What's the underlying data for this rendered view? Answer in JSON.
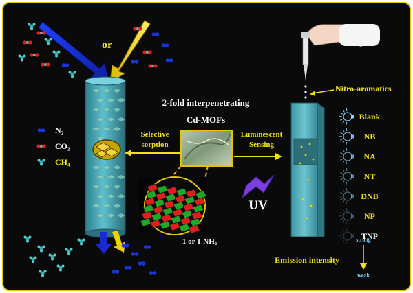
{
  "connector": "or",
  "title_line1": "2-fold interpenetrating",
  "title_line2": "Cd-MOFs",
  "left_arrow_label_1": "Selective",
  "left_arrow_label_2": "sorption",
  "right_arrow_label_1": "Luminescent",
  "right_arrow_label_2": "Sensing",
  "legend": [
    {
      "label": "N₂",
      "color": "#1a36d8"
    },
    {
      "label": "CO₂",
      "color": "#e02020"
    },
    {
      "label": "CH₄",
      "color": "#4fd1d1"
    }
  ],
  "compound_label": "1 or 1-NH₂",
  "uv_label": "UV",
  "analyte_header": "Nitro-aromatics",
  "analytes": [
    "Blank",
    "NB",
    "NA",
    "NT",
    "DNB",
    "NP",
    "TNP"
  ],
  "scale_strong": "strong",
  "scale_weak": "weak",
  "emission_label": "Emission intensity",
  "colors": {
    "frame": "#e8c400",
    "label_yellow": "#f0e020",
    "column": "#4fa9b8",
    "uv": "#7b3fe0"
  }
}
